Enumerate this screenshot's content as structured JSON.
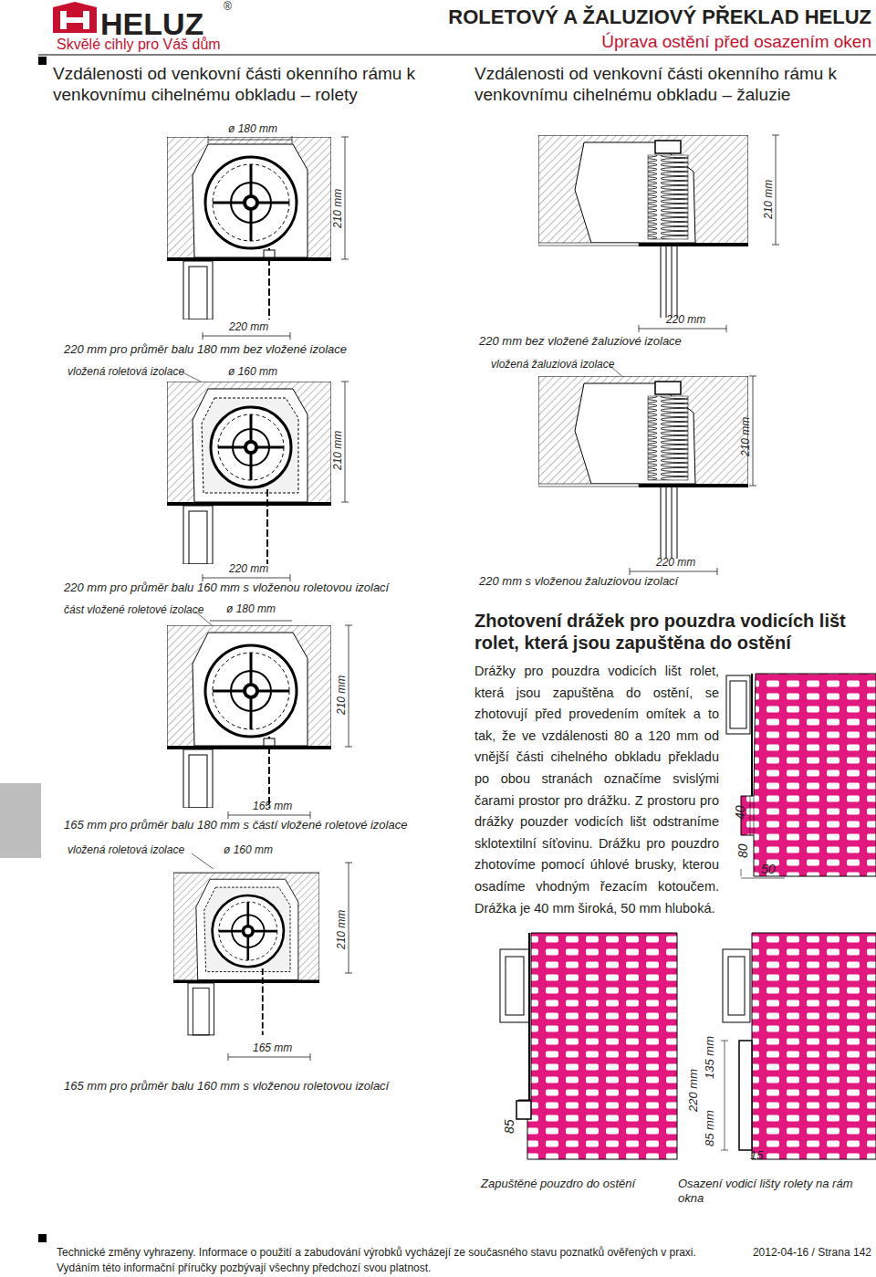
{
  "diagram": {
    "title": "ROLETOVÝ A ŽALUZIOVÝ PŘEKLAD HELUZ",
    "labels": [
      "HELUZ",
      "®",
      "Skvělé cihly pro Váš dům",
      "Úprava ostění před osazením oken",
      "Vzdálenosti od venkovní části okenního rámu k venkovnímu cihelnému obkladu – rolety",
      "Vzdálenosti od venkovní části okenního rámu k venkovnímu cihelnému obkladu – žaluzie",
      "ø 180 mm",
      "210 mm",
      "210 mm",
      "220 mm",
      "220 mm pro průměr balu 180 mm bez vložené izolace",
      "220 mm",
      "220 mm bez vložené žaluziové izolace",
      "vložená roletová izolace",
      "ø 160 mm",
      "vložená žaluziová izolace",
      "210 mm",
      "210 mm",
      "220 mm",
      "220 mm pro průměr balu 160 mm s vloženou roletovou izolací",
      "220 mm",
      "220 mm s vloženou žaluziovou izolací",
      "část vložené roletové izolace",
      "ø 180 mm",
      "210 mm",
      "Zhotovení drážek pro pouzdra vodicích lišt rolet, která jsou zapuštěna do ostění",
      "Drážky pro pouzdra vodicích lišt rolet, která jsou zapuštěna do ostění, se zhotovují před provedením omítek a to tak, že ve vzdálenosti 80 a 120 mm od vnější části cihelného obkladu překladu po obou stranách označíme svislými čarami prostor pro drážku. Z prostoru pro drážky pouzder vodicích lišt odstraníme sklotextilní síťovinu. Drážku pro pouzdro zhotovíme pomocí úhlové brusky, kterou osadíme vhodným řezacím kotoučem. Drážka je 40 mm široká, 50 mm hluboká.",
      "40",
      "80",
      "50",
      "165 mm",
      "165 mm pro průměr balu 180 mm s částí vložené roletové izolace",
      "vložená roletová izolace",
      "ø 160 mm",
      "210 mm",
      "165 mm",
      "165 mm pro průměr balu 160 mm s vloženou roletovou izolací",
      "85",
      "220 mm",
      "135 mm",
      "85 mm",
      "15",
      "Zapuštěné pouzdro do ostění",
      "Osazení vodicí lišty rolety na rám okna",
      "Technické změny vyhrazeny. Informace o použití a zabudování výrobků vycházejí ze současného stavu poznatků ověřených v praxi.",
      "2012-04-16 / Strana 142",
      "Vydáním této informační příručky pozbývají všechny předchozí svou platnost."
    ]
  }
}
